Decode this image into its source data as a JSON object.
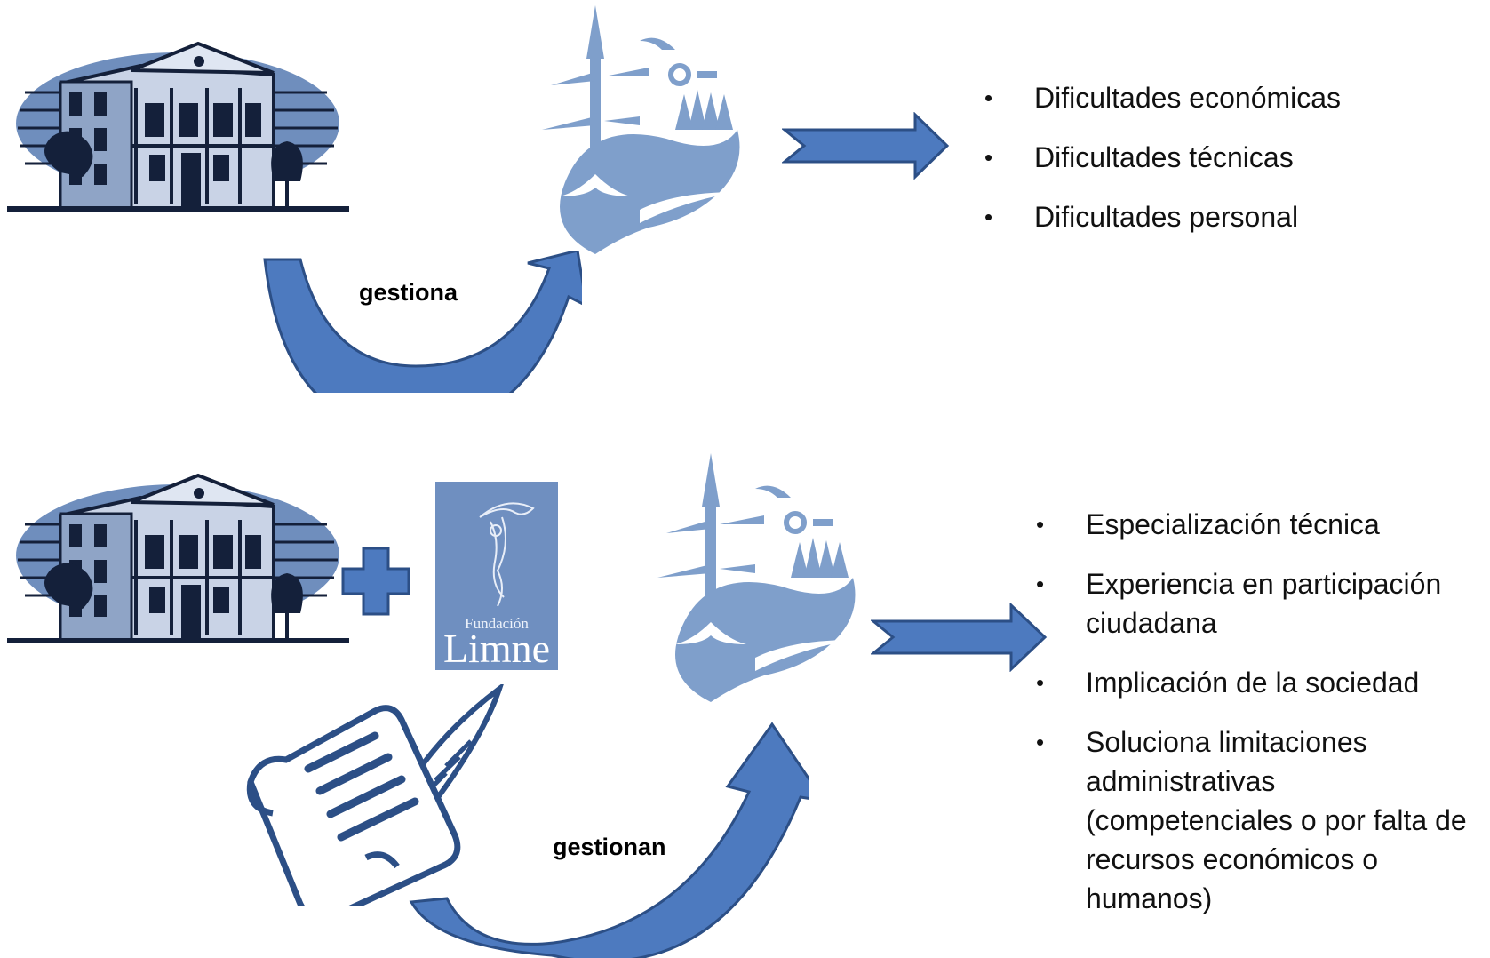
{
  "top": {
    "flow_label": "gestiona",
    "outcomes": [
      "Dificultades económicas",
      "Dificultades técnicas",
      "Dificultades personal"
    ]
  },
  "bottom": {
    "flow_label": "gestionan",
    "partner_logo": {
      "line1": "Fundación",
      "line2": "Limne"
    },
    "outcomes": [
      "Especialización técnica",
      "Experiencia en participación ciudadana",
      "Implicación de la sociedad",
      "Soluciona limitaciones administrativas (competenciales o por falta de recursos económicos o humanos)"
    ]
  },
  "colors": {
    "arrow_fill": "#4d7abf",
    "arrow_stroke": "#2c4f86",
    "logo_blue": "#7f9fcb",
    "building_bg": "#6f8ebd",
    "building_ink": "#14203a"
  },
  "icons": [
    "town-hall-icon",
    "nature-park-logo-icon",
    "plus-icon",
    "agreement-scroll-icon",
    "fundacion-limne-logo"
  ]
}
